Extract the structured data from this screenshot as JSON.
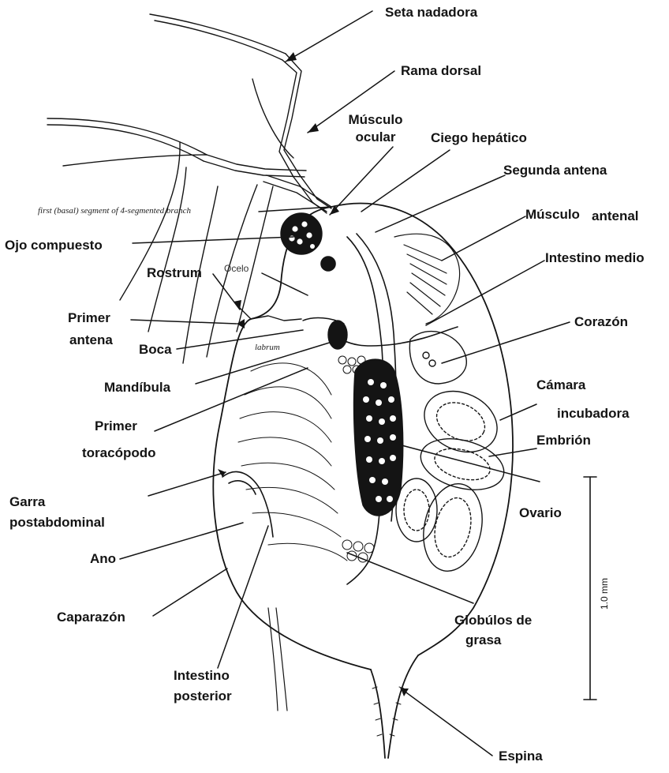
{
  "labels": {
    "seta_nadadora": "Seta nadadora",
    "rama_dorsal": "Rama dorsal",
    "musculo_ocular_1": "Músculo",
    "musculo_ocular_2": "ocular",
    "ciego_hepatico": "Ciego hepático",
    "segunda_antena": "Segunda antena",
    "basal_segment": "first (basal) segment of 4-segmented branch",
    "musculo_antenal_1": "Músculo",
    "musculo_antenal_2": "antenal",
    "ojo_compuesto": "Ojo compuesto",
    "intestino_medio": "Intestino medio",
    "rostrum": "Rostrum",
    "ocelo": "Ocelo",
    "primer_antena_1": "Primer",
    "primer_antena_2": "antena",
    "corazon": "Corazón",
    "boca": "Boca",
    "labrum": "labrum",
    "mandibula": "Mandíbula",
    "camara_1": "Cámara",
    "camara_2": "incubadora",
    "primer_toracopodo_1": "Primer",
    "primer_toracopodo_2": "toracópodo",
    "embrion": "Embrión",
    "garra_1": "Garra",
    "garra_2": "postabdominal",
    "ovario": "Ovario",
    "ano": "Ano",
    "scale": "1.0 mm",
    "caparazon": "Caparazón",
    "globulos_1": "Globúlos de",
    "globulos_2": "grasa",
    "intestino_posterior_1": "Intestino",
    "intestino_posterior_2": "posterior",
    "espina": "Espina"
  },
  "colors": {
    "ink": "#141414",
    "background": "#ffffff"
  }
}
